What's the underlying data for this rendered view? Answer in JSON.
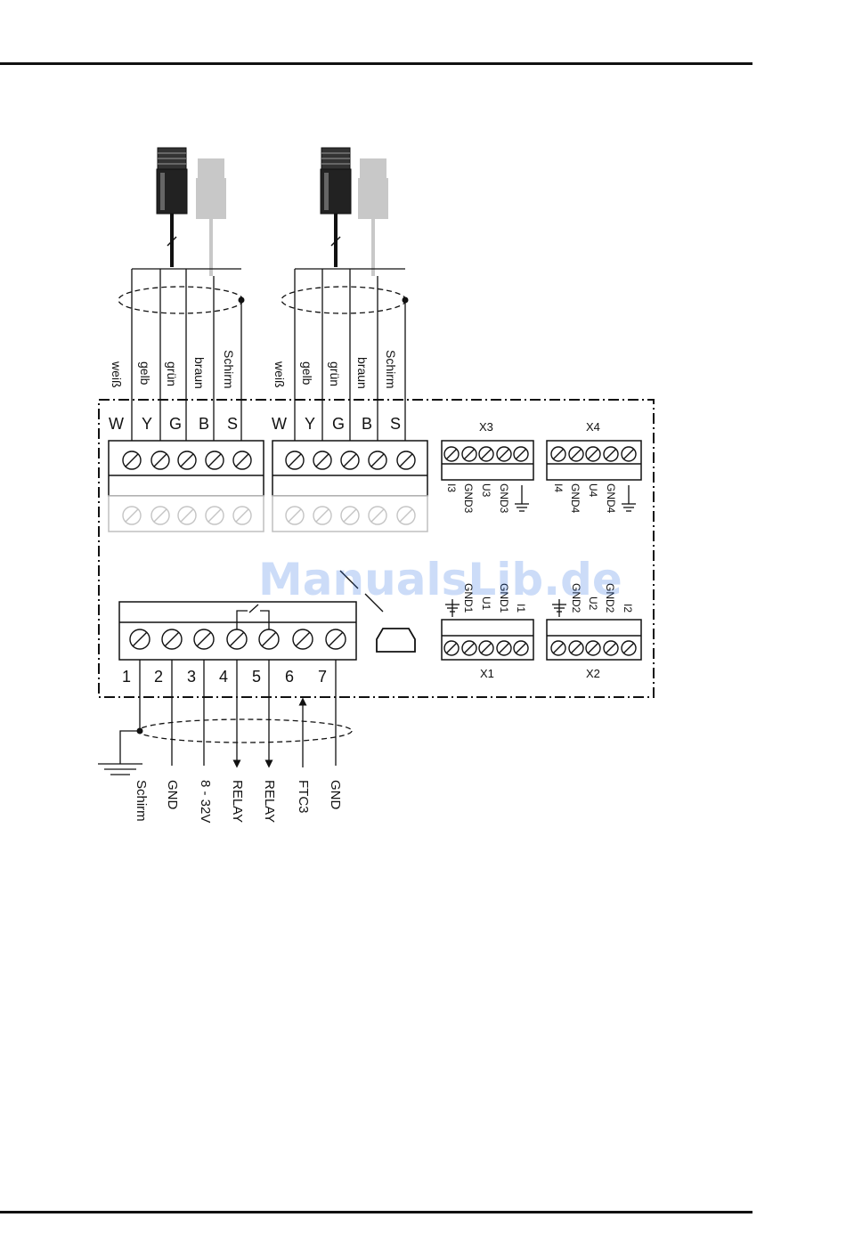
{
  "cables": {
    "wires": [
      "weiß",
      "gelb",
      "grün",
      "braun",
      "Schirm"
    ],
    "letters": [
      "W",
      "Y",
      "G",
      "B",
      "S"
    ]
  },
  "connectors": {
    "x3": {
      "name": "X3",
      "pins": [
        "I3",
        "GND3",
        "U3",
        "GND3"
      ]
    },
    "x4": {
      "name": "X4",
      "pins": [
        "I4",
        "GND4",
        "U4",
        "GND4"
      ]
    },
    "x1": {
      "name": "X1",
      "pins": [
        "GND1",
        "U1",
        "GND1",
        "I1"
      ]
    },
    "x2": {
      "name": "X2",
      "pins": [
        "GND2",
        "U2",
        "GND2",
        "I2"
      ]
    }
  },
  "main_terminal": {
    "numbers": [
      "1",
      "2",
      "3",
      "4",
      "5",
      "6",
      "7"
    ],
    "signals": [
      "Schirm",
      "GND",
      "8 - 32V",
      "RELAY",
      "RELAY",
      "FTC3",
      "GND"
    ]
  },
  "watermark": "ManualsLib.de"
}
